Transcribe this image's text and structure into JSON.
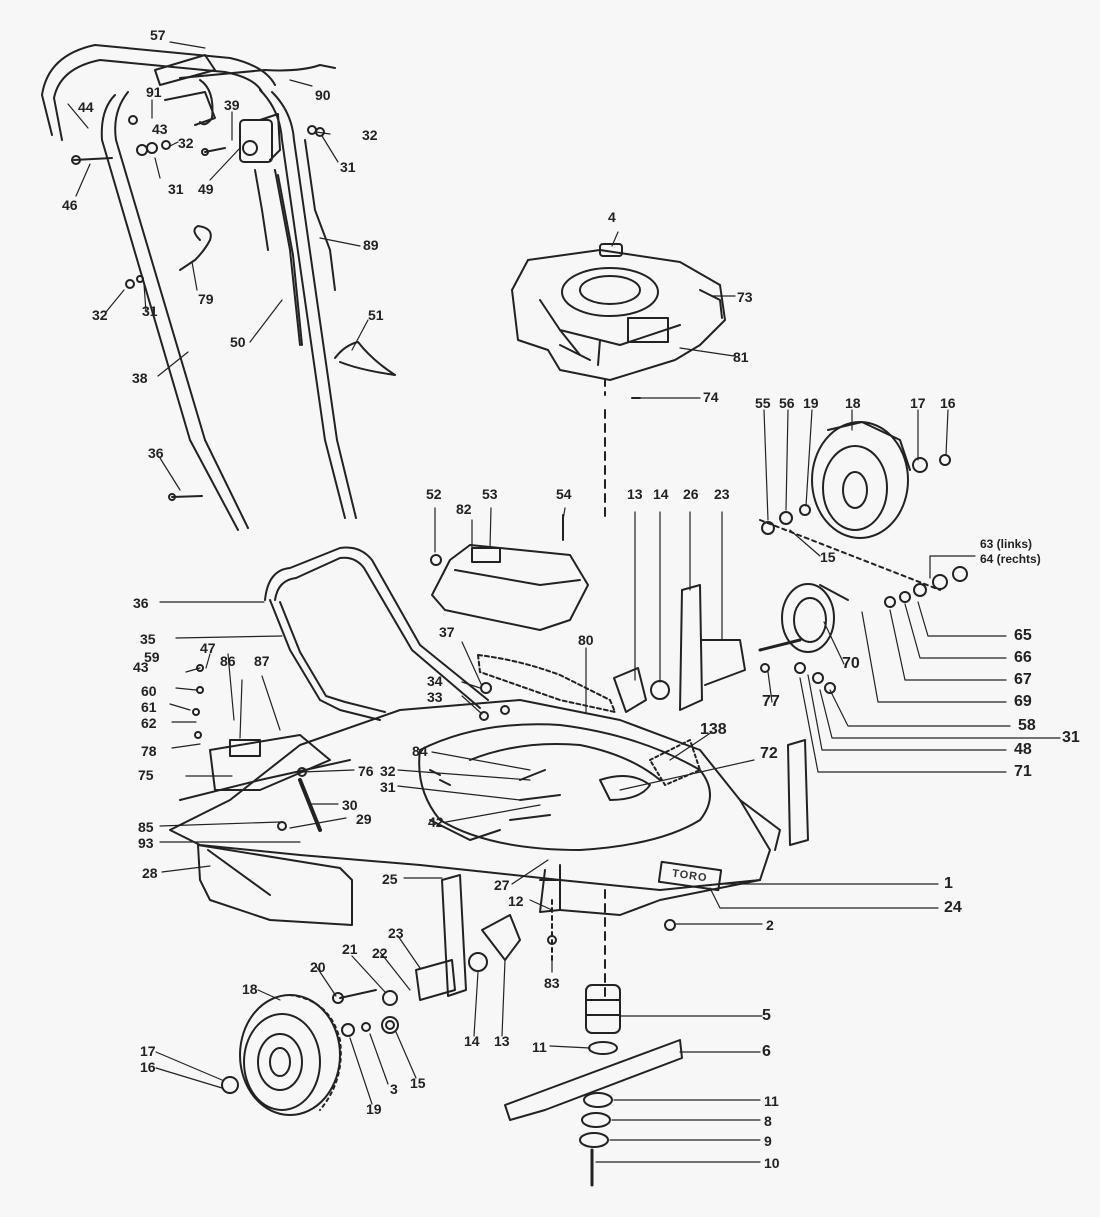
{
  "diagram": {
    "brand_logo": "TORO",
    "callouts": {
      "c57": "57",
      "c44": "44",
      "c91": "91",
      "c39": "39",
      "c90": "90",
      "c43a": "43",
      "c32a": "32",
      "c32b": "32",
      "c31a": "31",
      "c31b": "31",
      "c46": "46",
      "c49": "49",
      "c89": "89",
      "c79": "79",
      "c32c": "32",
      "c31c": "31",
      "c50": "50",
      "c51": "51",
      "c38": "38",
      "c36a": "36",
      "c4": "4",
      "c73": "73",
      "c81": "81",
      "c74": "74",
      "c55": "55",
      "c56": "56",
      "c19a": "19",
      "c18a": "18",
      "c17a": "17",
      "c16a": "16",
      "c15a": "15",
      "c63": "63 (links)",
      "c64": "64 (rechts)",
      "c52": "52",
      "c53": "53",
      "c54": "54",
      "c82": "82",
      "c13a": "13",
      "c14a": "14",
      "c26": "26",
      "c23a": "23",
      "c36b": "36",
      "c35": "35",
      "c47": "47",
      "c59": "59",
      "c43b": "43",
      "c86": "86",
      "c87": "87",
      "c60": "60",
      "c61": "61",
      "c62": "62",
      "c78": "78",
      "c37": "37",
      "c34": "34",
      "c33": "33",
      "c80": "80",
      "c65": "65",
      "c66": "66",
      "c67": "67",
      "c70": "70",
      "c69": "69",
      "c77": "77",
      "c58": "58",
      "c31d": "31",
      "c48": "48",
      "c71": "71",
      "c138": "138",
      "c72": "72",
      "c84": "84",
      "c75": "75",
      "c76": "76",
      "c32d": "32",
      "c31e": "31",
      "c30": "30",
      "c85": "85",
      "c29": "29",
      "c42": "42",
      "c93": "93",
      "c28": "28",
      "c25": "25",
      "c27": "27",
      "c12": "12",
      "c1": "1",
      "c24": "24",
      "c2": "2",
      "c23b": "23",
      "c18b": "18",
      "c21": "21",
      "c22": "22",
      "c20": "20",
      "c83": "83",
      "c5": "5",
      "c11a": "11",
      "c6": "6",
      "c17b": "17",
      "c16b": "16",
      "c3": "3",
      "c15b": "15",
      "c19b": "19",
      "c14b": "14",
      "c13b": "13",
      "c11b": "11",
      "c8": "8",
      "c9": "9",
      "c10": "10"
    }
  }
}
